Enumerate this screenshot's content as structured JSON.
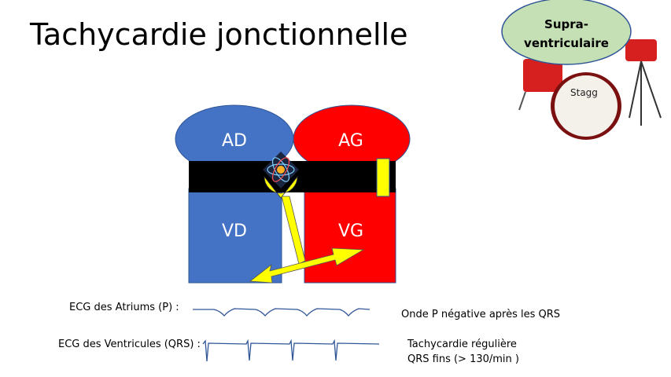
{
  "title": "Tachycardie jonctionnelle",
  "badge": {
    "line1": "Supra-",
    "line2": "ventriculaire",
    "drum_brand": "Stagg"
  },
  "heart": {
    "ad": "AD",
    "ag": "AG",
    "vd": "VD",
    "vg": "VG"
  },
  "colors": {
    "right": "#4472c4",
    "left": "#ff0000",
    "band": "#000000",
    "conduction": "#ffff00",
    "badge": "#c5e0b4",
    "ecg": "#2f5597"
  },
  "ecg": {
    "atria_label": "ECG des Atriums (P) :",
    "ventricles_label": "ECG des Ventricules (QRS) :",
    "atria_note": "Onde P négative après les QRS",
    "ventricles_note_1": "Tachycardie régulière",
    "ventricles_note_2": "QRS fins (> 130/min )"
  }
}
